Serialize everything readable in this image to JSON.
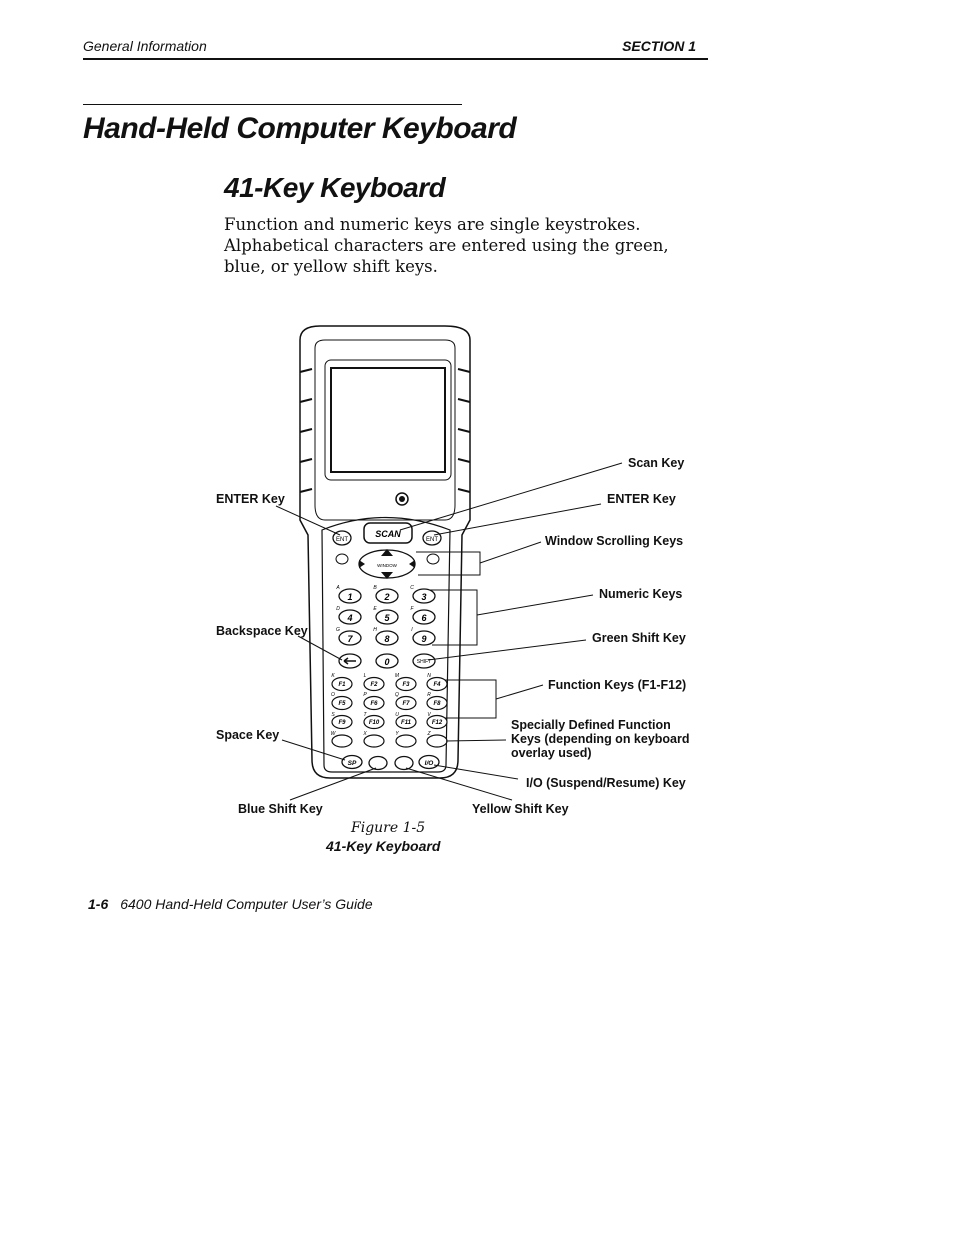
{
  "header": {
    "left": "General Information",
    "right": "SECTION 1"
  },
  "page_title": "Hand-Held Computer Keyboard",
  "section_title": "41-Key Keyboard",
  "body_text": "Function and numeric keys are single keystrokes. Alphabet­ical characters are entered using the green, blue, or yellow shift keys.",
  "figure": {
    "callouts": {
      "scan_key": "Scan Key",
      "enter_key_left": "ENTER Key",
      "enter_key_right": "ENTER Key",
      "window_scrolling_keys": "Window Scrolling Keys",
      "numeric_keys": "Numeric Keys",
      "backspace_key": "Backspace Key",
      "green_shift_key": "Green Shift Key",
      "function_keys": "Function Keys (F1-F12)",
      "specially_defined": "Specially Defined Function Keys (depending on keyboard overlay used)",
      "space_key": "Space Key",
      "io_key": "I/O (Suspend/Resume) Key",
      "blue_shift_key": "Blue Shift Key",
      "yellow_shift_key": "Yellow Shift Key"
    },
    "keys": {
      "scan": "SCAN",
      "ent": "ENT",
      "window": "WINDOW",
      "n1": "1",
      "n2": "2",
      "n3": "3",
      "n4": "4",
      "n5": "5",
      "n6": "6",
      "n7": "7",
      "n8": "8",
      "n9": "9",
      "n0": "0",
      "shift": "SHIFT",
      "f1": "F1",
      "f2": "F2",
      "f3": "F3",
      "f4": "F4",
      "f5": "F5",
      "f6": "F6",
      "f7": "F7",
      "f8": "F8",
      "f9": "F9",
      "f10": "F10",
      "f11": "F11",
      "f12": "F12",
      "sp": "SP",
      "io": "I/O",
      "alpha": [
        "A",
        "B",
        "C",
        "D",
        "E",
        "F",
        "G",
        "H",
        "I",
        "K",
        "L",
        "M",
        "N",
        "O",
        "P",
        "Q",
        "R",
        "S",
        "T",
        "U",
        "V",
        "W",
        "X",
        "Y",
        "Z"
      ]
    }
  },
  "caption": {
    "number": "Figure 1-5",
    "title": "41-Key Keyboard"
  },
  "footer": {
    "page_number": "1-6",
    "text": "6400 Hand-Held Computer User’s Guide"
  }
}
